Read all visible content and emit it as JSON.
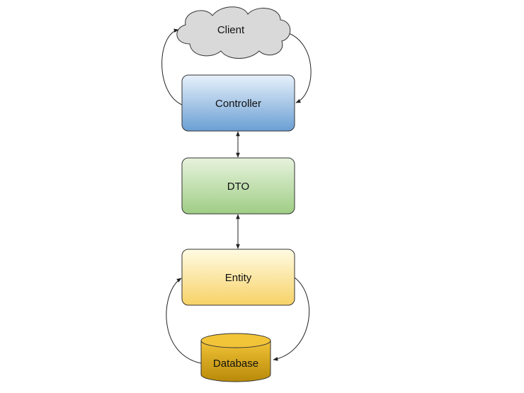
{
  "nodes": {
    "client": {
      "label": "Client",
      "shape": "cloud-icon",
      "fill": "#d9d9d9",
      "stroke": "#333333"
    },
    "controller": {
      "label": "Controller",
      "fill_top": "#e8f1fb",
      "fill_bottom": "#6a9fd4",
      "stroke": "#333333"
    },
    "dto": {
      "label": "DTO",
      "fill_top": "#e7f3dd",
      "fill_bottom": "#9fcd85",
      "stroke": "#333333"
    },
    "entity": {
      "label": "Entity",
      "fill_top": "#fffbe3",
      "fill_bottom": "#f7d266",
      "stroke": "#333333"
    },
    "database": {
      "label": "Database",
      "shape": "cylinder-icon",
      "fill_top": "#f2c438",
      "fill_bottom": "#b88a08",
      "stroke": "#333333"
    }
  },
  "edges": [
    {
      "from": "controller",
      "to": "client",
      "style": "curved"
    },
    {
      "from": "client",
      "to": "controller",
      "style": "curved"
    },
    {
      "from": "controller",
      "to": "dto",
      "style": "bidirectional"
    },
    {
      "from": "dto",
      "to": "entity",
      "style": "bidirectional"
    },
    {
      "from": "entity",
      "to": "database",
      "style": "curved"
    },
    {
      "from": "database",
      "to": "entity",
      "style": "curved"
    }
  ]
}
